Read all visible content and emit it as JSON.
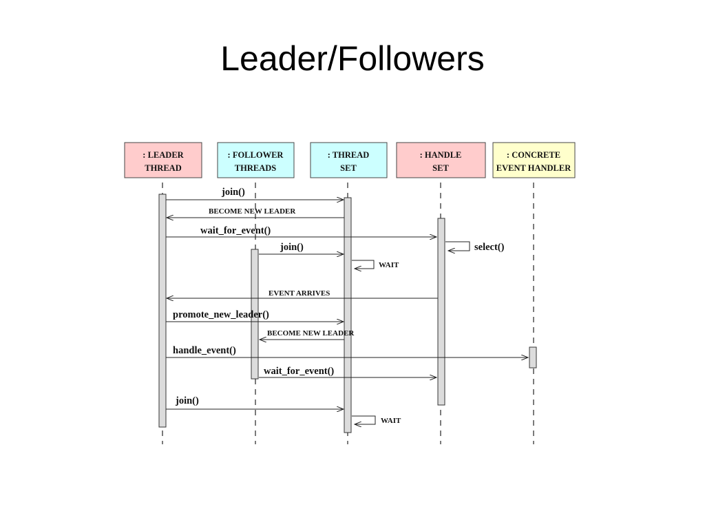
{
  "slide": {
    "title": "Leader/Followers"
  },
  "participants": [
    {
      "key": "leader",
      "line1": ": LEADER",
      "line2": "THREAD",
      "color": "#ffcccc"
    },
    {
      "key": "followers",
      "line1": ": FOLLOWER",
      "line2": "THREADS",
      "color": "#ccffff"
    },
    {
      "key": "threadset",
      "line1": ": THREAD",
      "line2": "SET",
      "color": "#ccffff"
    },
    {
      "key": "handleset",
      "line1": ": HANDLE",
      "line2": "SET",
      "color": "#ffcccc"
    },
    {
      "key": "handler",
      "line1": ": CONCRETE",
      "line2": "EVENT  HANDLER",
      "color": "#ffffcc"
    }
  ],
  "messages": [
    {
      "label": "join()",
      "from": "leader",
      "to": "threadset",
      "style": "big"
    },
    {
      "label": "BECOME  NEW  LEADER",
      "from": "threadset",
      "to": "leader",
      "style": "small"
    },
    {
      "label": "wait_for_event()",
      "from": "leader",
      "to": "handleset",
      "style": "big"
    },
    {
      "label": "select()",
      "from": "handleset",
      "to": "handleset",
      "style": "big",
      "self": true
    },
    {
      "label": "join()",
      "from": "followers",
      "to": "threadset",
      "style": "big"
    },
    {
      "label": "WAIT",
      "from": "threadset",
      "to": "threadset",
      "style": "small",
      "self": true
    },
    {
      "label": "EVENT ARRIVES",
      "from": "handleset",
      "to": "leader",
      "style": "small"
    },
    {
      "label": "promote_new_leader()",
      "from": "leader",
      "to": "threadset",
      "style": "big"
    },
    {
      "label": "BECOME  NEW  LEADER",
      "from": "threadset",
      "to": "followers",
      "style": "small"
    },
    {
      "label": "handle_event()",
      "from": "leader",
      "to": "handler",
      "style": "big"
    },
    {
      "label": "wait_for_event()",
      "from": "followers",
      "to": "handleset",
      "style": "big"
    },
    {
      "label": "join()",
      "from": "leader",
      "to": "threadset",
      "style": "big"
    },
    {
      "label": "WAIT",
      "from": "threadset",
      "to": "threadset",
      "style": "small",
      "self": true
    }
  ]
}
